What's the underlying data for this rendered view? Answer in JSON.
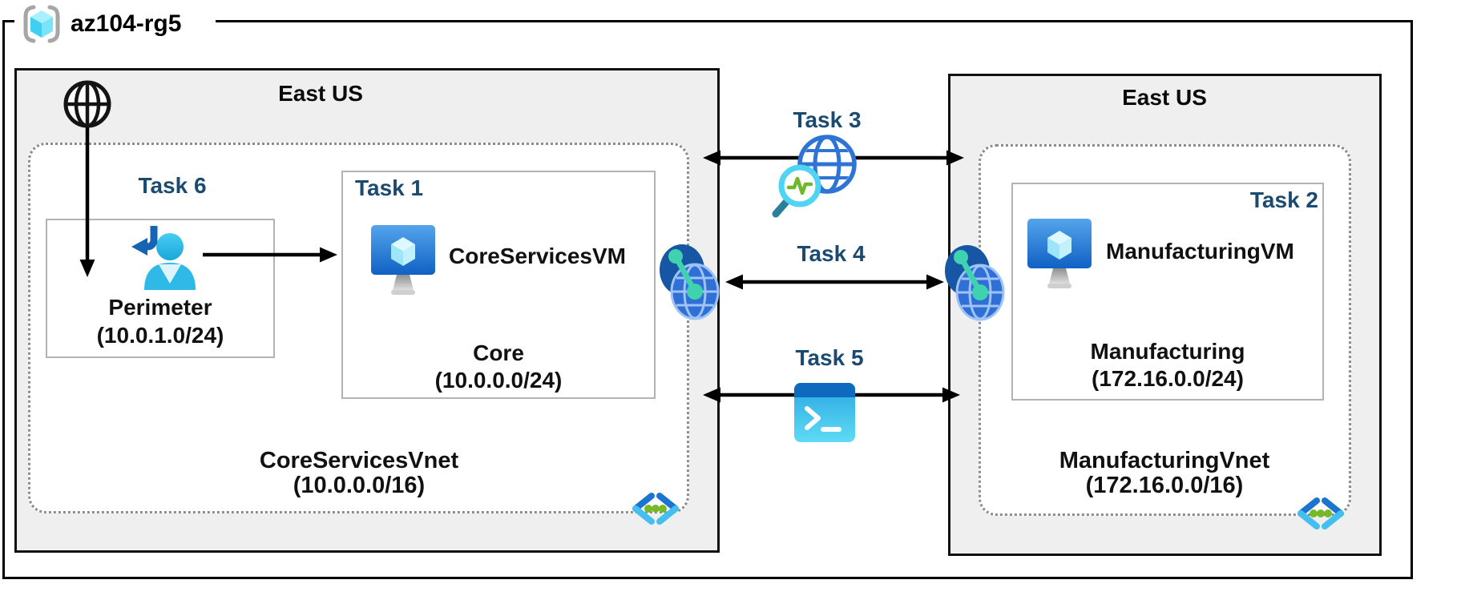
{
  "resource_group": {
    "name": "az104-rg5"
  },
  "left_region": {
    "name": "East US",
    "task6_label": "Task 6",
    "perimeter_subnet": {
      "name": "Perimeter",
      "cidr": "(10.0.1.0/24)"
    },
    "task1_label": "Task 1",
    "vm_name": "CoreServicesVM",
    "core_subnet": {
      "name": "Core",
      "cidr": "(10.0.0.0/24)"
    },
    "vnet": {
      "name": "CoreServicesVnet",
      "cidr": "(10.0.0.0/16)"
    }
  },
  "right_region": {
    "name": "East US",
    "task2_label": "Task 2",
    "vm_name": "ManufacturingVM",
    "subnet": {
      "name": "Manufacturing",
      "cidr": "(172.16.0.0/24)"
    },
    "vnet": {
      "name": "ManufacturingVnet",
      "cidr": "(172.16.0.0/16)"
    }
  },
  "connections": {
    "task3_label": "Task 3",
    "task4_label": "Task 4",
    "task5_label": "Task 5"
  },
  "icons": {
    "resource_group": "resource-group-icon",
    "internet": "internet-globe-icon",
    "perimeter_user": "user-signin-icon",
    "virtual_machine": "virtual-machine-icon",
    "virtual_network": "virtual-network-icon",
    "vnet_peering": "vnet-peering-icon",
    "network_watcher": "network-watcher-icon",
    "cloud_shell": "cloud-shell-icon"
  },
  "colors": {
    "task_label": "#1a4a70",
    "region_fill": "#efefef",
    "azure_blue": "#1b74d0",
    "azure_cyan": "#45bff0",
    "green_dot": "#76b82a",
    "teal_link": "#3ed3ae",
    "navy_ellipse": "#1656a4"
  }
}
